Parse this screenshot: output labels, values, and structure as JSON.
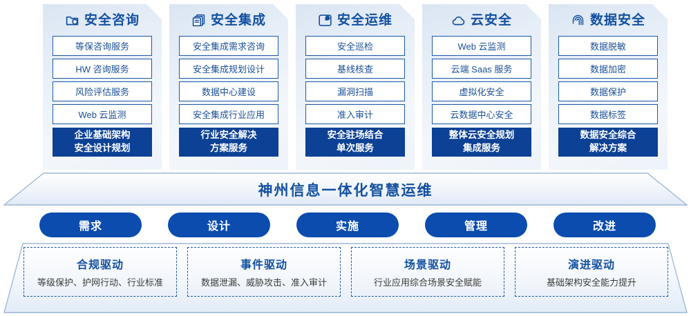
{
  "pillars": [
    {
      "icon": "folder-shield-icon",
      "title": "安全咨询",
      "items": [
        "等保咨询服务",
        "HW 咨询服务",
        "风险评估服务",
        "Web 云监测"
      ],
      "highlight_line1": "企业基础架构",
      "highlight_line2": "安全设计规划"
    },
    {
      "icon": "stacked-documents-icon",
      "title": "安全集成",
      "items": [
        "安全集成需求咨询",
        "安全集成规划设计",
        "数据中心建设",
        "安全集成行业应用"
      ],
      "highlight_line1": "行业安全解决",
      "highlight_line2": "方案服务"
    },
    {
      "icon": "dashboard-chart-icon",
      "title": "安全运维",
      "items": [
        "安全巡检",
        "基线核查",
        "漏洞扫描",
        "准入审计"
      ],
      "highlight_line1": "安全驻场结合",
      "highlight_line2": "单次服务"
    },
    {
      "icon": "cloud-icon",
      "title": "云安全",
      "items": [
        "Web 云监测",
        "云端 Saas 服务",
        "虚拟化安全",
        "云数据中心安全"
      ],
      "highlight_line1": "整体云安全规划",
      "highlight_line2": "集成服务"
    },
    {
      "icon": "fingerprint-icon",
      "title": "数据安全",
      "items": [
        "数据脱敏",
        "数据加密",
        "数据保护",
        "数据标签"
      ],
      "highlight_line1": "数据安全综合",
      "highlight_line2": "解决方案"
    }
  ],
  "banner": {
    "text": "神州信息一体化智慧运维"
  },
  "stages": [
    {
      "label": "需求"
    },
    {
      "label": "设计"
    },
    {
      "label": "实施"
    },
    {
      "label": "管理"
    },
    {
      "label": "改进"
    }
  ],
  "drivers": [
    {
      "title": "合规驱动",
      "subtitle": "等级保护、护网行动、行业标准"
    },
    {
      "title": "事件驱动",
      "subtitle": "数据泄漏、威胁攻击、准入审计"
    },
    {
      "title": "场景驱动",
      "subtitle": "行业应用综合场景安全赋能"
    },
    {
      "title": "演进驱动",
      "subtitle": "基础架构安全能力提升"
    }
  ],
  "colors": {
    "primary_blue": "#1350a0",
    "deep_blue": "#0c4195",
    "pill_blue": "#0c4caf",
    "card_border": "#1b57a6"
  }
}
